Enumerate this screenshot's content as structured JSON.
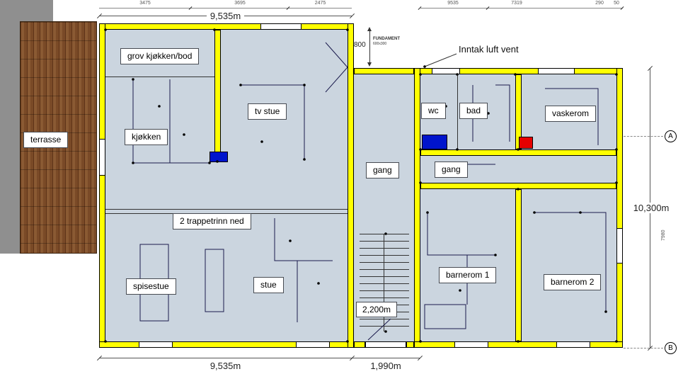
{
  "app": {
    "type": "floor-plan-drawing"
  },
  "colors": {
    "wall": "#ffff00",
    "floor": "#cbd5df",
    "terrace": "#7d4a26",
    "fixture_blue": "#0014cc",
    "fixture_red": "#e60000",
    "dimension_text": "#333333"
  },
  "rooms": [
    {
      "label": "terrasse"
    },
    {
      "label": "grov kjøkken/bod"
    },
    {
      "label": "kjøkken"
    },
    {
      "label": "tv stue"
    },
    {
      "label": "gang"
    },
    {
      "label": "wc"
    },
    {
      "label": "bad"
    },
    {
      "label": "vaskerom"
    },
    {
      "label": "gang"
    },
    {
      "label": "2 trappetrinn ned"
    },
    {
      "label": "spisestue"
    },
    {
      "label": "stue"
    },
    {
      "label": "barnerom 1"
    },
    {
      "label": "barnerom 2"
    }
  ],
  "annotations": {
    "vent": "Inntak luft vent",
    "foundation_title": "FUNDAMENT",
    "foundation_note": "600x300"
  },
  "dimensions": {
    "top_main": "9,535m",
    "top_small_1": "3475",
    "top_small_2": "3695",
    "top_small_3": "2475",
    "top_right_1": "9535",
    "top_right_2": "7319",
    "top_right_3": "290",
    "top_right_4": "50",
    "dim_800": "800",
    "right_main": "10,300m",
    "right_small": "7980",
    "bottom_main": "9,535m",
    "bottom_mid": "1,990m",
    "stair_width": "2,200m"
  },
  "markers": {
    "a": "A",
    "b": "B"
  }
}
